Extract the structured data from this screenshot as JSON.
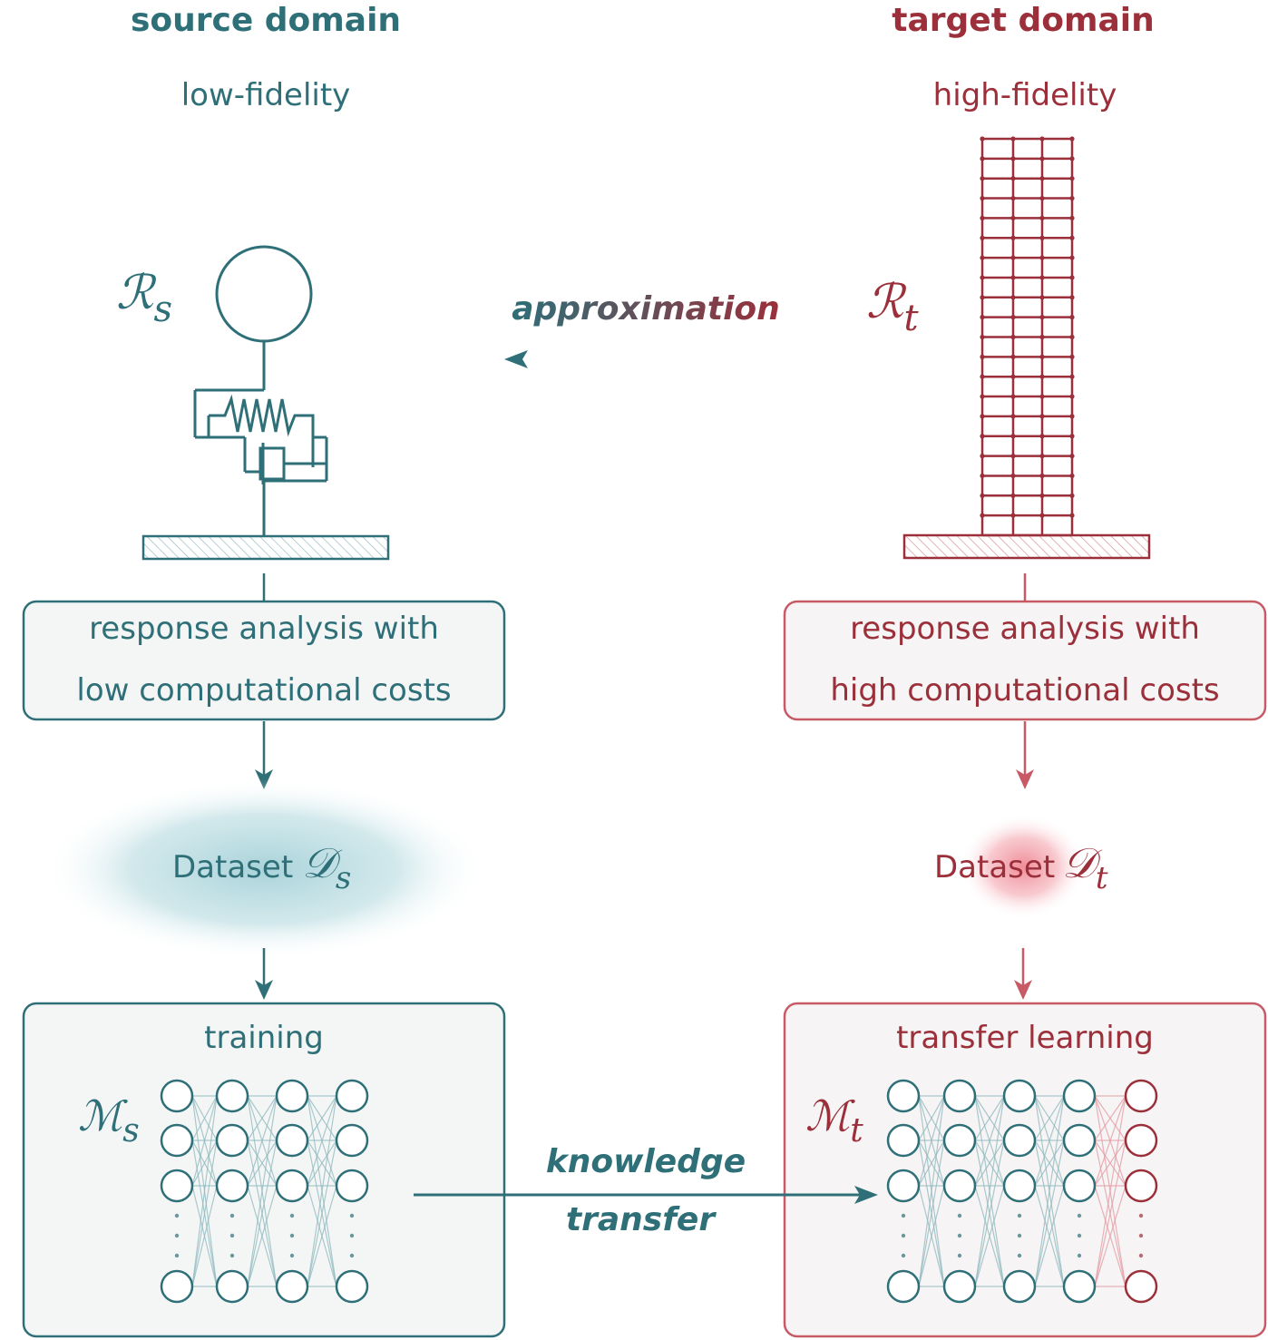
{
  "source": {
    "header": "source domain",
    "fidelity": "low-fidelity",
    "model_symbol": "ℛ",
    "model_sub": "s",
    "analysis_line1": "response analysis with",
    "analysis_line2": "low computational costs",
    "dataset_label": "Dataset",
    "dataset_symbol": "𝒟",
    "dataset_sub": "s",
    "training_label": "training",
    "network_symbol": "ℳ",
    "network_sub": "s"
  },
  "target": {
    "header": "target domain",
    "fidelity": "high-fidelity",
    "model_symbol": "ℛ",
    "model_sub": "t",
    "analysis_line1": "response analysis with",
    "analysis_line2": "high computational costs",
    "dataset_label": "Dataset",
    "dataset_symbol": "𝒟",
    "dataset_sub": "t",
    "training_label": "transfer learning",
    "network_symbol": "ℳ",
    "network_sub": "t"
  },
  "edges": {
    "approximation": "approximation",
    "knowledge_line1": "knowledge",
    "knowledge_line2": "transfer"
  },
  "colors": {
    "source": "#2e6f78",
    "target": "#9b2f3a",
    "target_light": "#c85a66",
    "box_fill": "#f4f6f6"
  }
}
